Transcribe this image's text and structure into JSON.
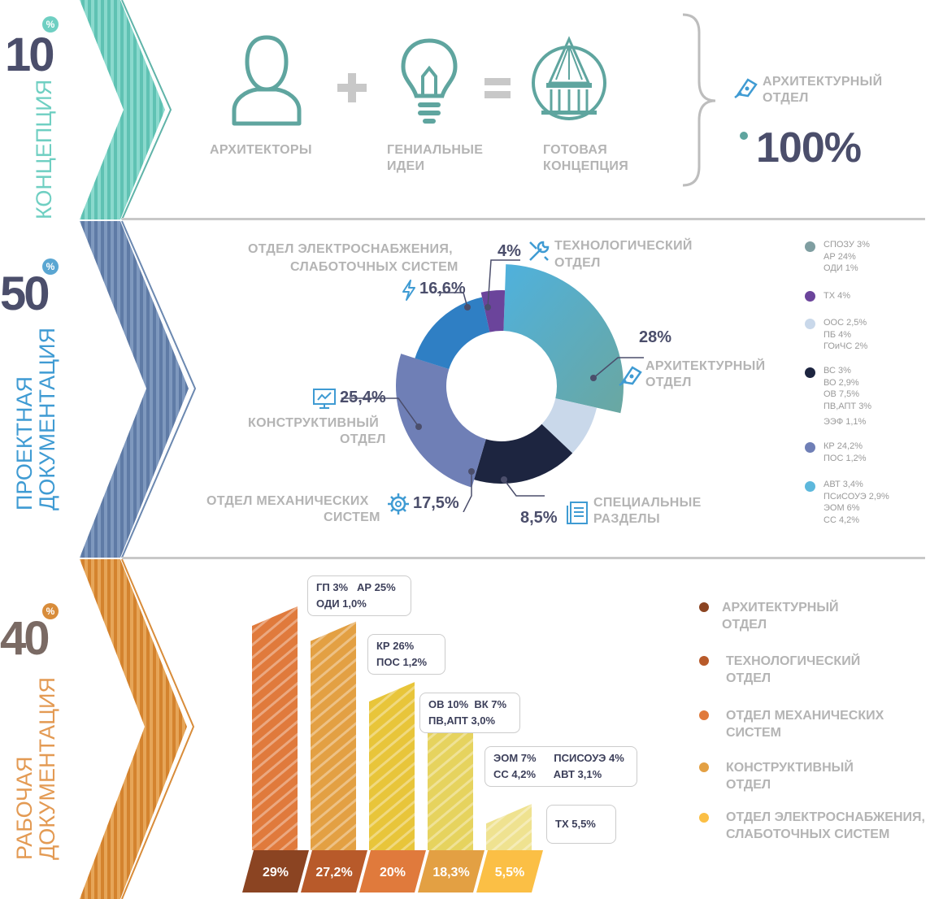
{
  "stages": [
    {
      "number": "10",
      "percent_sign": "%",
      "label": "КОНЦЕПЦИЯ",
      "color": "#6fcfc2",
      "numColor": "#4b4e6b"
    },
    {
      "number": "50",
      "percent_sign": "%",
      "label_line1": "ПРОЕКТНАЯ",
      "label_line2": "ДОКУМЕНТАЦИЯ",
      "color": "#6b88b0",
      "numColor": "#4b4e6b"
    },
    {
      "number": "40",
      "percent_sign": "%",
      "label_line1": "РАБОЧАЯ",
      "label_line2": "ДОКУМЕНТАЦИЯ",
      "color": "#d88c3a",
      "numColor": "#7a6a64"
    }
  ],
  "concept": {
    "item1": "АРХИТЕКТОРЫ",
    "item2_line1": "ГЕНИАЛЬНЫЕ",
    "item2_line2": "ИДЕИ",
    "item3_line1": "ГОТОВАЯ",
    "item3_line2": "КОНЦЕПЦИЯ",
    "icons": [
      "person-icon",
      "plus-icon",
      "lightbulb-icon",
      "equals-icon",
      "building-icon",
      "pen-nib-icon"
    ],
    "result_line1": "АРХИТЕКТУРНЫЙ",
    "result_line2": "ОТДЕЛ",
    "result_value": "100%"
  },
  "project": {
    "labels": {
      "electric_line1": "ОТДЕЛ ЭЛЕКТРОСНАБЖЕНИЯ,",
      "electric_line2": "СЛАБОТОЧНЫХ СИСТЕМ",
      "electric_value": "16,6%",
      "tech_value": "4%",
      "tech_line1": "ТЕХНОЛОГИЧЕСКИЙ",
      "tech_line2": "ОТДЕЛ",
      "arch_value": "28%",
      "arch_line1": "АРХИТЕКТУРНЫЙ",
      "arch_line2": "ОТДЕЛ",
      "constr_value": "25,4%",
      "constr_line1": "КОНСТРУКТИВНЫЙ",
      "constr_line2": "ОТДЕЛ",
      "mech_line1": "ОТДЕЛ МЕХАНИЧЕСКИХ",
      "mech_line2": "СИСТЕМ",
      "mech_value": "17,5%",
      "special_value": "8,5%",
      "special_line1": "СПЕЦИАЛЬНЫЕ",
      "special_line2": "РАЗДЕЛЫ"
    },
    "legend": [
      {
        "text": "СПОЗУ 3%\nАР 24%\nОДИ 1%",
        "color": "#7f9ea1"
      },
      {
        "text": "ТХ 4%",
        "color": "#6b449b"
      },
      {
        "text": "ООС 2,5%\nПБ 4%\nГОиЧС 2%",
        "color": "#c9d8ea"
      },
      {
        "text": "ВС 3%\nВО 2,9%\nОВ 7,5%\nПВ,АПТ 3%",
        "color": "#1d2540"
      },
      {
        "text": "ЭЭФ 1,1%",
        "color": ""
      },
      {
        "text": "КР 24,2%\nПОС 1,2%",
        "color": "#6f7fb6"
      },
      {
        "text": "АВТ 3,4%\nПСиСОУЭ 2,9%\nЭОМ 6%\nСС 4,2%",
        "color": "#5db8dc"
      }
    ]
  },
  "working": {
    "bubbles": [
      "ГП 3%   АР 25%\nОДИ 1,0%",
      "КР 26%\nПОС 1,2%",
      "ОВ 10%  ВК 7%\nПВ,АПТ 3,0%",
      "ЭОМ 7%      ПСИСОУЭ 4%\nСС 4,2%      АВТ 3,1%",
      "ТХ 5,5%"
    ],
    "legend": [
      {
        "text": "АРХИТЕКТУРНЫЙ\nОТДЕЛ",
        "color": "#8b4422"
      },
      {
        "text": "ТЕХНОЛОГИЧЕСКИЙ\nОТДЕЛ",
        "color": "#b85a2a"
      },
      {
        "text": "ОТДЕЛ МЕХАНИЧЕСКИХ\nСИСТЕМ",
        "color": "#e07a3c"
      },
      {
        "text": "КОНСТРУКТИВНЫЙ\nОТДЕЛ",
        "color": "#e3a043"
      },
      {
        "text": "ОТДЕЛ ЭЛЕКТРОСНАБЖЕНИЯ,\nСЛАБОТОЧНЫХ СИСТЕМ",
        "color": "#fbbf45"
      }
    ]
  },
  "chart_data": [
    {
      "type": "pie",
      "categories": [
        "АРХИТЕКТУРНЫЙ ОТДЕЛ",
        "СПЕЦИАЛЬНЫЕ РАЗДЕЛЫ",
        "ОТДЕЛ МЕХАНИЧЕСКИХ СИСТЕМ",
        "КОНСТРУКТИВНЫЙ ОТДЕЛ",
        "ОТДЕЛ ЭЛЕКТРОСНАБЖЕНИЯ, СЛАБОТОЧНЫХ СИСТЕМ",
        "ТЕХНОЛОГИЧЕСКИЙ ОТДЕЛ"
      ],
      "values": [
        28,
        8.5,
        17.5,
        25.4,
        16.6,
        4
      ],
      "colors": [
        "#5ab2d6",
        "#c9d8ea",
        "#1d2540",
        "#6f7fb6",
        "#2f7fc4",
        "#6b449b"
      ]
    },
    {
      "type": "bar",
      "categories": [
        "АРХИТЕКТУРНЫЙ ОТДЕЛ",
        "КОНСТРУКТИВНЫЙ ОТДЕЛ",
        "ОТДЕЛ МЕХАНИЧЕСКИХ СИСТЕМ",
        "ОТДЕЛ ЭЛЕКТРОСНАБЖЕНИЯ, СЛАБОТОЧНЫХ СИСТЕМ",
        "ТЕХНОЛОГИЧЕСКИЙ ОТДЕЛ"
      ],
      "values": [
        29,
        27.2,
        20,
        18.3,
        5.5
      ],
      "value_labels": [
        "29%",
        "27,2%",
        "20%",
        "18,3%",
        "5,5%"
      ],
      "colors": [
        "#e07a3c",
        "#e3a043",
        "#e8c53a",
        "#e6d35e",
        "#efe290"
      ],
      "base_colors": [
        "#8b4422",
        "#b85a2a",
        "#e07a3c",
        "#e3a043",
        "#fbbf45"
      ]
    }
  ]
}
